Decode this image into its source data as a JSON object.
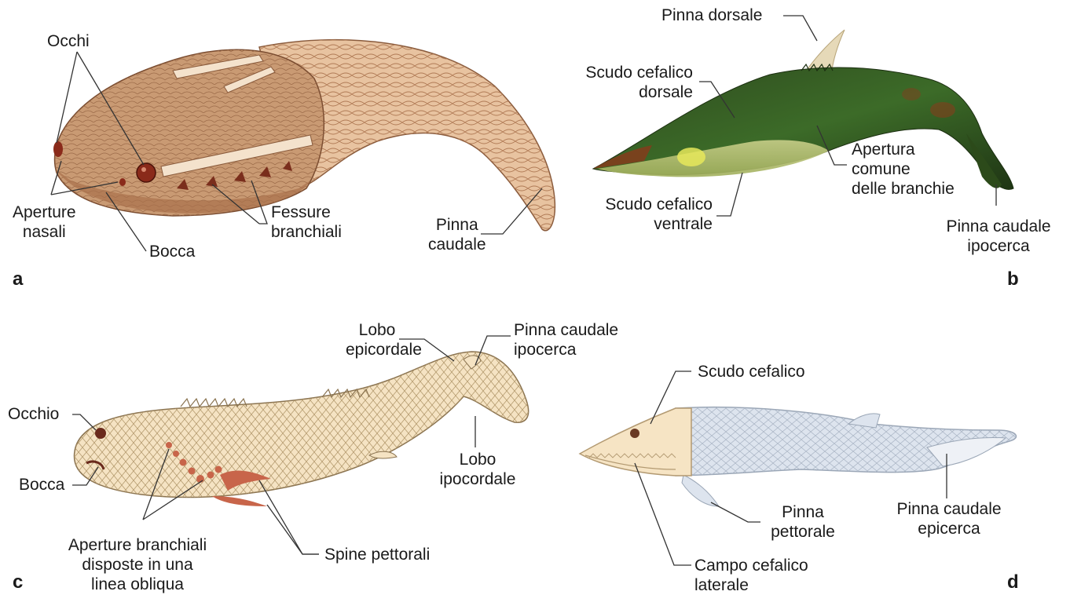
{
  "panel_a": {
    "letter": "a",
    "labels": {
      "occhi": "Occhi",
      "aperture_nasali": [
        "Aperture",
        "nasali"
      ],
      "bocca": "Bocca",
      "fessure_branchiali": [
        "Fessure",
        "branchiali"
      ],
      "pinna_caudale": [
        "Pinna",
        "caudale"
      ]
    }
  },
  "panel_b": {
    "letter": "b",
    "labels": {
      "pinna_dorsale": "Pinna dorsale",
      "scudo_cefalico_dorsale": [
        "Scudo cefalico",
        "dorsale"
      ],
      "apertura_comune": [
        "Apertura",
        "comune",
        "delle branchie"
      ],
      "scudo_cefalico_ventrale": [
        "Scudo cefalico",
        "ventrale"
      ],
      "pinna_caudale_ipocerca": [
        "Pinna caudale",
        "ipocerca"
      ]
    }
  },
  "panel_c": {
    "letter": "c",
    "labels": {
      "lobo_epicordale": [
        "Lobo",
        "epicordale"
      ],
      "pinna_caudale_ipocerca": [
        "Pinna caudale",
        "ipocerca"
      ],
      "occhio": "Occhio",
      "bocca": "Bocca",
      "lobo_ipocordale": [
        "Lobo",
        "ipocordale"
      ],
      "aperture_branchiali": [
        "Aperture branchiali",
        "disposte in una",
        "linea obliqua"
      ],
      "spine_pettorali": "Spine pettorali"
    }
  },
  "panel_d": {
    "letter": "d",
    "labels": {
      "scudo_cefalico": "Scudo cefalico",
      "pinna_pettorale": [
        "Pinna",
        "pettorale"
      ],
      "pinna_caudale_epicerca": [
        "Pinna caudale",
        "epicerca"
      ],
      "campo_cefalico_laterale": [
        "Campo cefalico",
        "laterale"
      ]
    }
  }
}
